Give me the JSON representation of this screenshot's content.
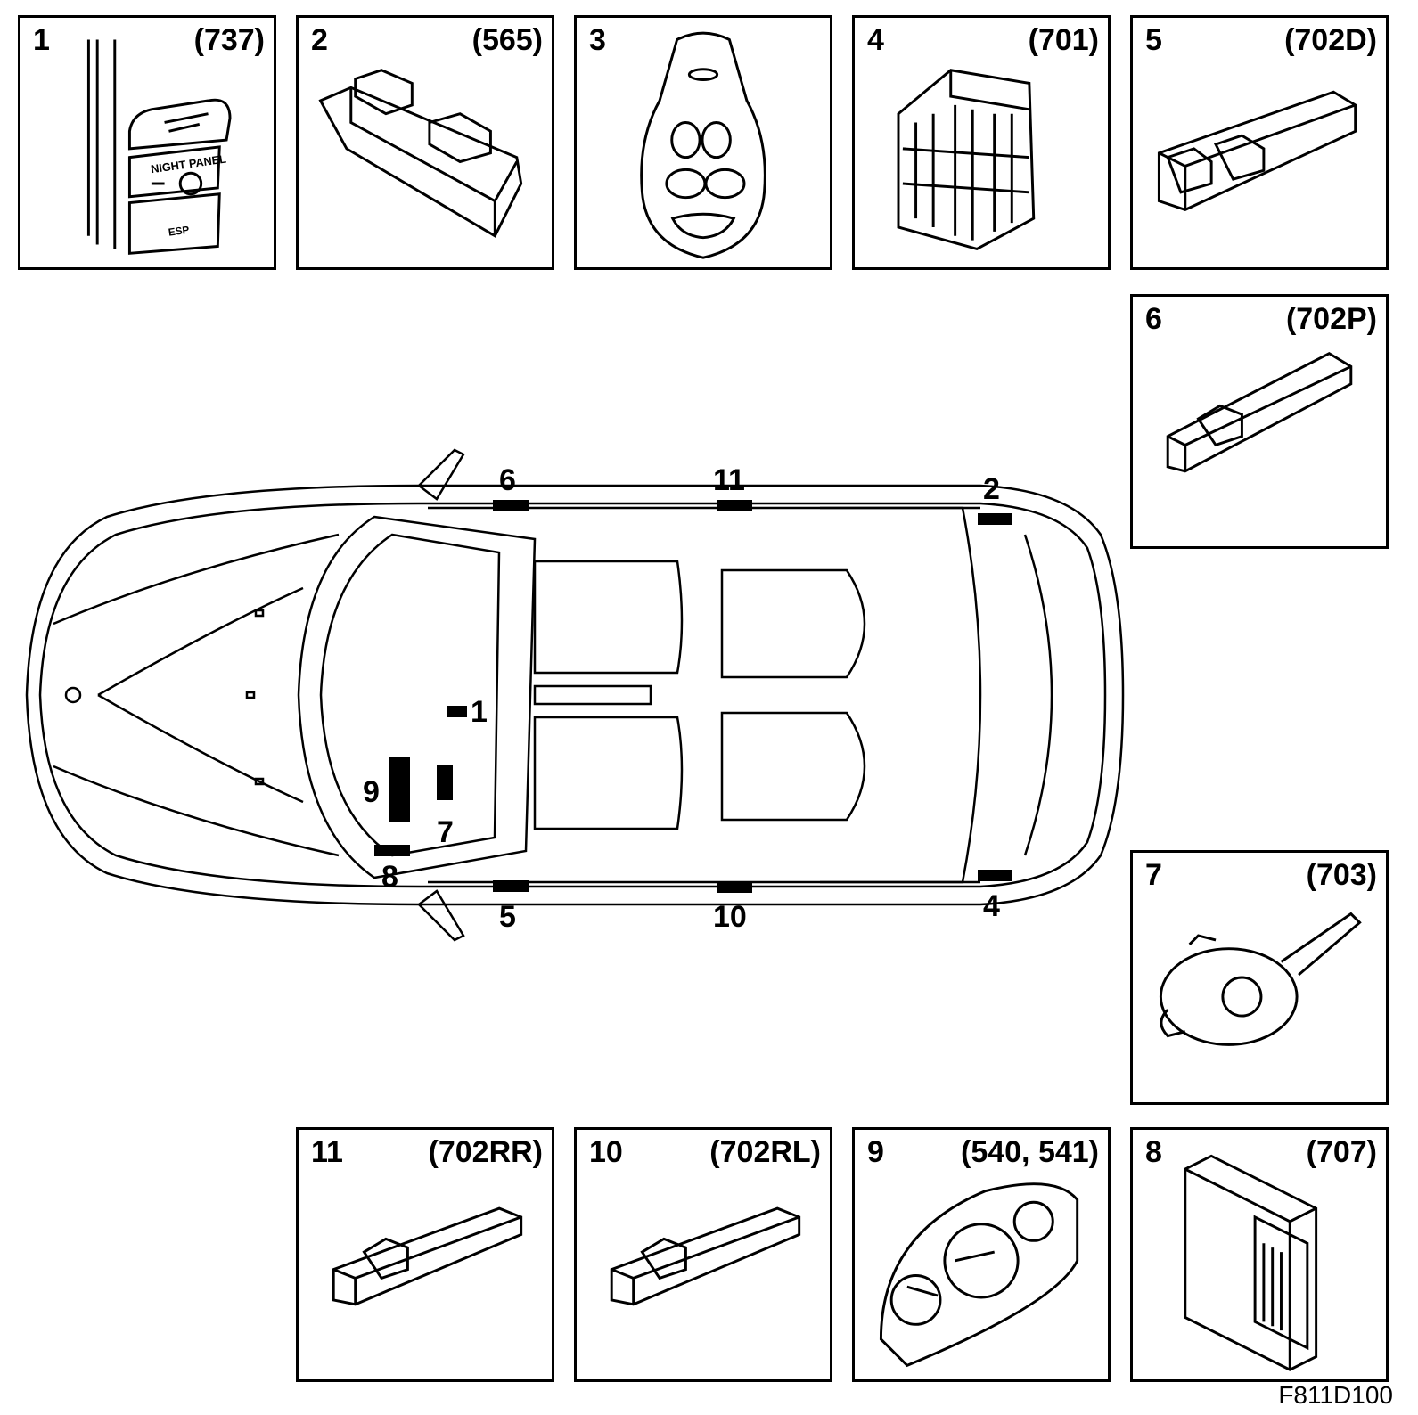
{
  "panels": [
    {
      "num": "1",
      "code": "(737)",
      "texts": [
        "NIGHT PANEL",
        "ESP"
      ]
    },
    {
      "num": "2",
      "code": "(565)"
    },
    {
      "num": "3",
      "code": ""
    },
    {
      "num": "4",
      "code": "(701)"
    },
    {
      "num": "5",
      "code": "(702D)"
    },
    {
      "num": "6",
      "code": "(702P)"
    },
    {
      "num": "7",
      "code": "(703)"
    },
    {
      "num": "8",
      "code": "(707)"
    },
    {
      "num": "9",
      "code": "(540, 541)"
    },
    {
      "num": "10",
      "code": "(702RL)"
    },
    {
      "num": "11",
      "code": "(702RR)"
    }
  ],
  "car_markers": [
    "1",
    "2",
    "4",
    "5",
    "6",
    "7",
    "8",
    "9",
    "10",
    "11"
  ],
  "figure_code": "F811D100",
  "colors": {
    "line": "#000000",
    "background": "#ffffff"
  }
}
